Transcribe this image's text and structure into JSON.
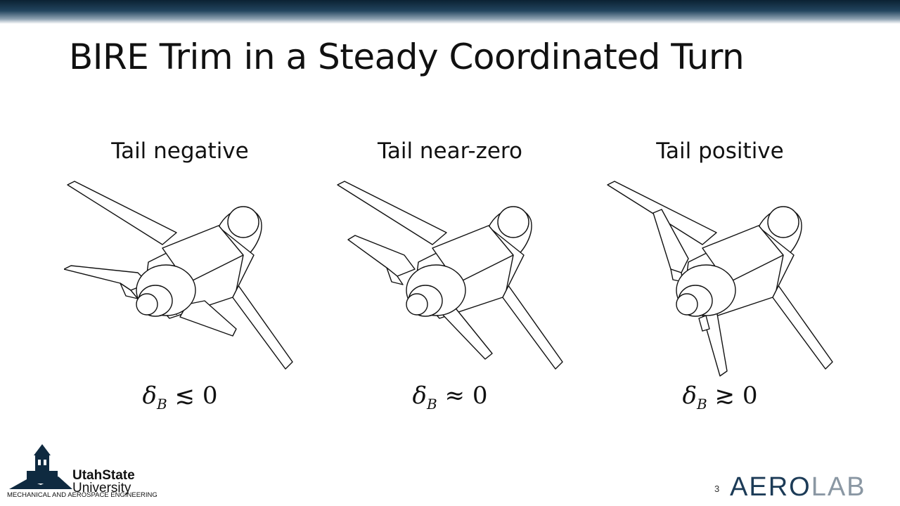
{
  "slide": {
    "title": "BIRE Trim in a Steady Coordinated Turn",
    "page_number": "3"
  },
  "panels": [
    {
      "label": "Tail negative",
      "symbol": "δ",
      "subscript": "B",
      "relation": "≲",
      "value": "0"
    },
    {
      "label": "Tail near-zero",
      "symbol": "δ",
      "subscript": "B",
      "relation": "≈",
      "value": "0"
    },
    {
      "label": "Tail positive",
      "symbol": "δ",
      "subscript": "B",
      "relation": "≳",
      "value": "0"
    }
  ],
  "footer": {
    "university_line1": "UtahState",
    "university_line2": "University",
    "department": "MECHANICAL AND AEROSPACE ENGINEERING",
    "lab_logo_part1": "AERO",
    "lab_logo_part2": "LAB"
  },
  "colors": {
    "header_dark": "#0b2233",
    "lab_blue": "#1c3b57",
    "lab_gray": "#8a97a3"
  }
}
